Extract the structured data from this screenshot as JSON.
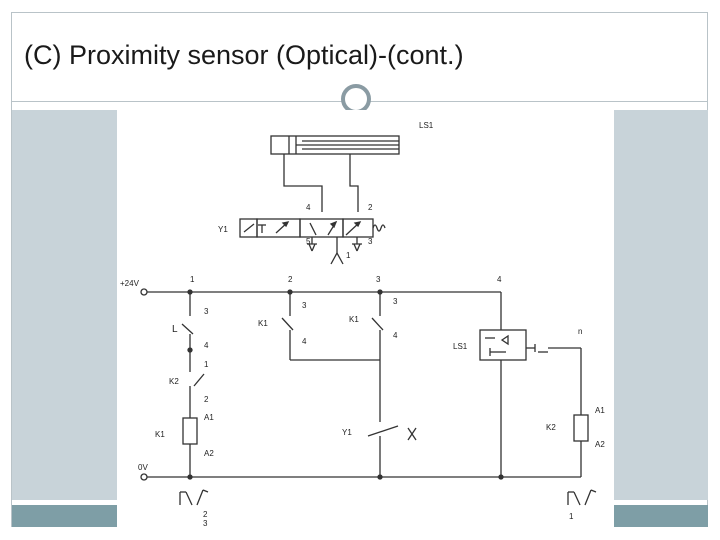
{
  "slide": {
    "title": "(C) Proximity  sensor (Optical)-(cont.)"
  },
  "colors": {
    "frame": "#b9c3c8",
    "side_panel": "#c8d3d9",
    "bottom_band": "#7e9ea6",
    "ornament": "#8a9ba3",
    "line": "#333333"
  },
  "diagram": {
    "sensor_top_label": "LS1",
    "valve_label": "Y1",
    "valve_port_4": "4",
    "valve_port_2": "2",
    "valve_port_5": "5",
    "valve_port_3": "3",
    "valve_port_1": "1",
    "supply_label": "+24V",
    "ground_label": "0V",
    "node_1": "1",
    "node_2": "2",
    "node_3": "3",
    "node_4": "4",
    "switch_L": "L",
    "contact_3a": "3",
    "contact_4a": "4",
    "contact_1a": "1",
    "contact_2a": "2",
    "k2_label": "K2",
    "k1_coil_label": "K1",
    "a1_label": "A1",
    "a2_label": "A2",
    "k1_contact_label_a": "K1",
    "contact_3b": "3",
    "contact_4b": "4",
    "k1_contact_label_b": "K1",
    "contact_3c": "3",
    "contact_4c": "4",
    "y1_coil_label": "Y1",
    "ls1_sensor_label": "LS1",
    "n_label": "n",
    "k2_coil_label": "K2",
    "a1_label_r": "A1",
    "a2_label_r": "A2",
    "bottom_num_2": "2",
    "bottom_num_3": "3",
    "bottom_num_1": "1"
  }
}
